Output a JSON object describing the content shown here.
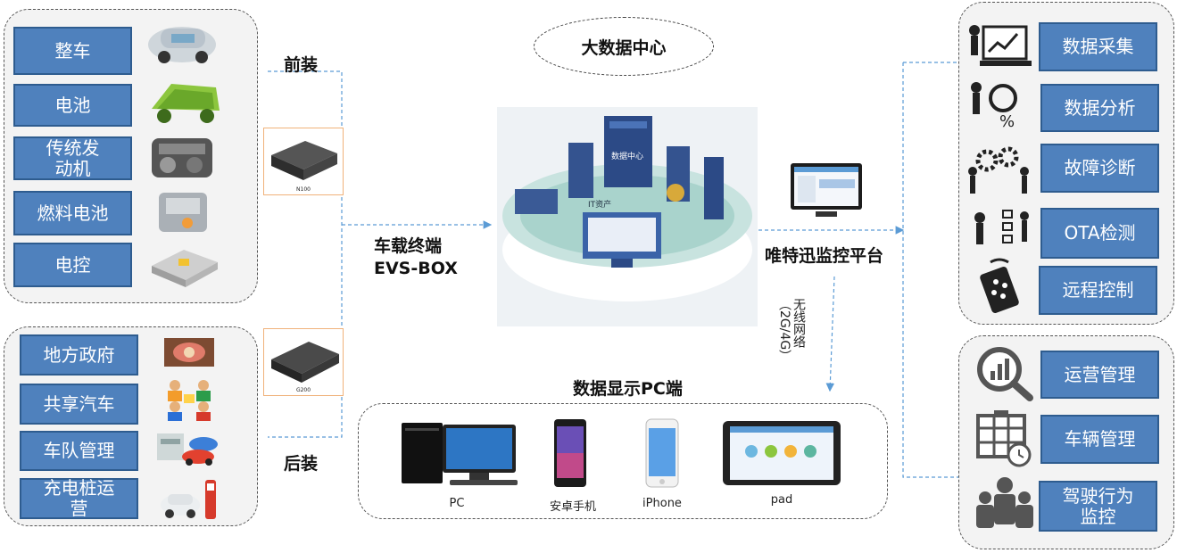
{
  "front_group": {
    "items": [
      {
        "label": "整车",
        "icon": "car-image"
      },
      {
        "label": "电池",
        "icon": "battery-car-image"
      },
      {
        "label": "传统发\n动机",
        "icon": "engine-image"
      },
      {
        "label": "燃料电池",
        "icon": "fuel-cell-image"
      },
      {
        "label": "电控",
        "icon": "controller-image"
      }
    ]
  },
  "rear_group": {
    "items": [
      {
        "label": "地方政府",
        "icon": "government-image"
      },
      {
        "label": "共享汽车",
        "icon": "people-image"
      },
      {
        "label": "车队管理",
        "icon": "fleet-image"
      },
      {
        "label": "充电桩运\n营",
        "icon": "charger-image"
      }
    ]
  },
  "labels": {
    "front_install": "前装",
    "rear_install": "后装",
    "terminal_line1": "车载终端",
    "terminal_line2": "EVS-BOX",
    "big_data_center": "大数据中心",
    "platform": "唯特迅监控平台",
    "wireless": "无线网络（2G/4G）",
    "pc_display": "数据显示PC端",
    "dc_sign": "数据中心",
    "it_assets": "IT资产"
  },
  "devices": {
    "n100": "N100",
    "g200": "G200"
  },
  "clients": [
    {
      "label": "PC",
      "icon": "pc-icon"
    },
    {
      "label": "安卓手机",
      "icon": "android-phone-icon"
    },
    {
      "label": "iPhone",
      "icon": "iphone-icon"
    },
    {
      "label": "pad",
      "icon": "tablet-icon"
    }
  ],
  "right_group_top": {
    "items": [
      {
        "label": "数据采集",
        "icon": "data-collection-icon"
      },
      {
        "label": "数据分析",
        "icon": "data-analysis-icon"
      },
      {
        "label": "故障诊断",
        "icon": "fault-diagnosis-icon"
      },
      {
        "label": "OTA检测",
        "icon": "ota-icon"
      },
      {
        "label": "远程控制",
        "icon": "remote-control-icon"
      }
    ]
  },
  "right_group_bottom": {
    "items": [
      {
        "label": "运营管理",
        "icon": "operation-icon"
      },
      {
        "label": "车辆管理",
        "icon": "vehicle-management-icon"
      },
      {
        "label": "驾驶行为\n监控",
        "icon": "driving-behavior-icon"
      }
    ]
  },
  "colors": {
    "box_fill": "#4f81bd",
    "box_border": "#2e5c8f",
    "connector": "#5b9bd5",
    "device_border": "#f0b27a"
  }
}
